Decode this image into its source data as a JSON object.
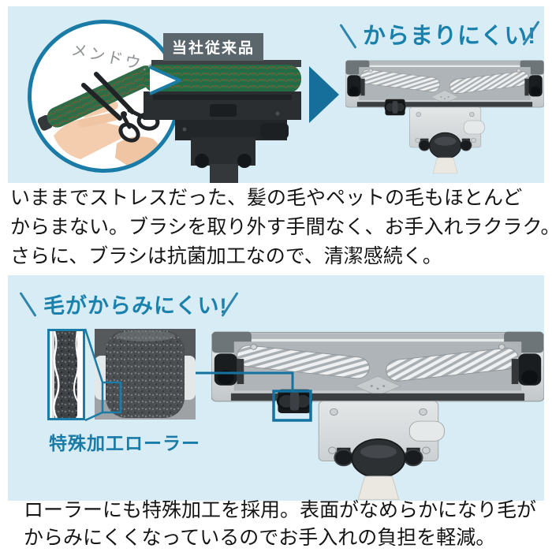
{
  "colors": {
    "band_background": "#d8ecf5",
    "accent_teal": "#1a7ba6",
    "headline_text": "#1a81ac",
    "arrow": "#156f9a",
    "old_label_background": "#5a666c",
    "old_label_text": "#ffffff",
    "body_text": "#151515",
    "bubble_handwriting": "#8e9295"
  },
  "compare_section": {
    "bubble_text": "メンドウ…",
    "old_product_label": "当社従来品",
    "headline": "からまりにくい!"
  },
  "paragraph_brush": {
    "line1": "いままでストレスだった、髪の毛やペットの毛もほとんど",
    "line2": "からまない。ブラシを取り外す手間なく、お手入れラクラク。",
    "line3": "さらに、ブラシは抗菌加工なので、清潔感続く。"
  },
  "roller_section": {
    "headline": "毛がからみにくい!",
    "roller_caption": "特殊加工ローラー"
  },
  "paragraph_roller": {
    "line1": "ローラーにも特殊加工を採用。表面がなめらかになり毛が",
    "line2": "からみにくくなっているのでお手入れの負担を軽減。"
  }
}
